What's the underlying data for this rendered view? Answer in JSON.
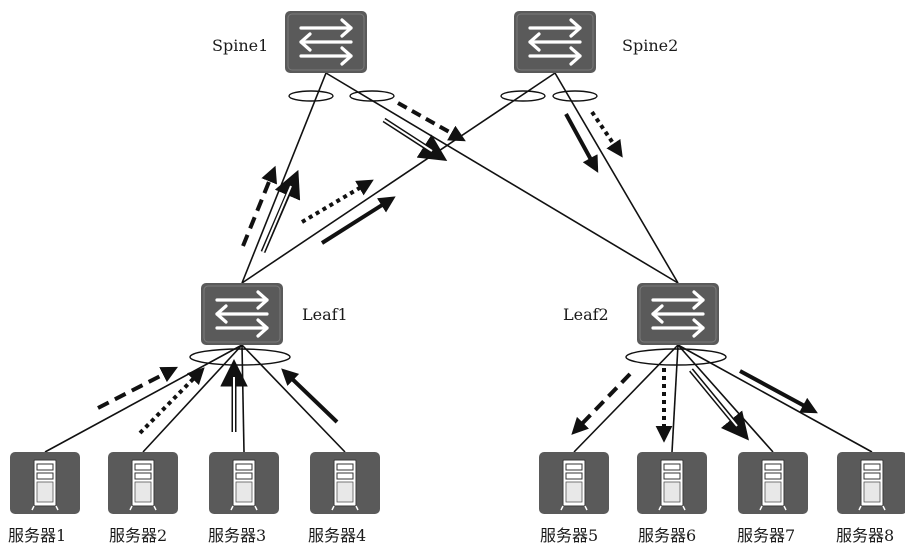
{
  "spines": [
    {
      "label": "Spine1",
      "icon": "switch-icon"
    },
    {
      "label": "Spine2",
      "icon": "switch-icon"
    }
  ],
  "leaves": [
    {
      "label": "Leaf1",
      "icon": "switch-icon"
    },
    {
      "label": "Leaf2",
      "icon": "switch-icon"
    }
  ],
  "servers": [
    {
      "label": "服务器1",
      "icon": "server-icon"
    },
    {
      "label": "服务器2",
      "icon": "server-icon"
    },
    {
      "label": "服务器3",
      "icon": "server-icon"
    },
    {
      "label": "服务器4",
      "icon": "server-icon"
    },
    {
      "label": "服务器5",
      "icon": "server-icon"
    },
    {
      "label": "服务器6",
      "icon": "server-icon"
    },
    {
      "label": "服务器7",
      "icon": "server-icon"
    },
    {
      "label": "服务器8",
      "icon": "server-icon"
    }
  ],
  "colors": {
    "device": "#5a5a5a",
    "line": "#111111",
    "background": "#ffffff"
  }
}
